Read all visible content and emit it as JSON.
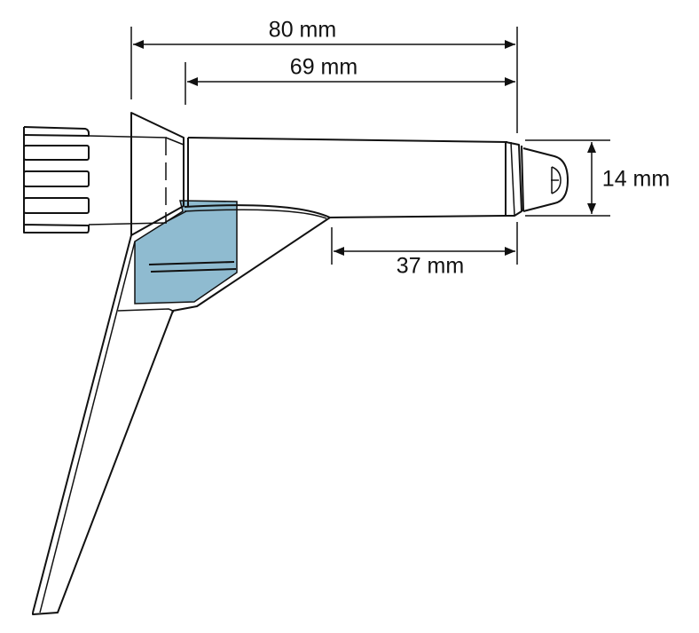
{
  "dimensions": {
    "overall_length": "80 mm",
    "probe_length": "69 mm",
    "tip_diameter": "14 mm",
    "tip_length": "37 mm"
  },
  "colors": {
    "grip_fill": "#8fbbd0",
    "line": "#111111"
  }
}
